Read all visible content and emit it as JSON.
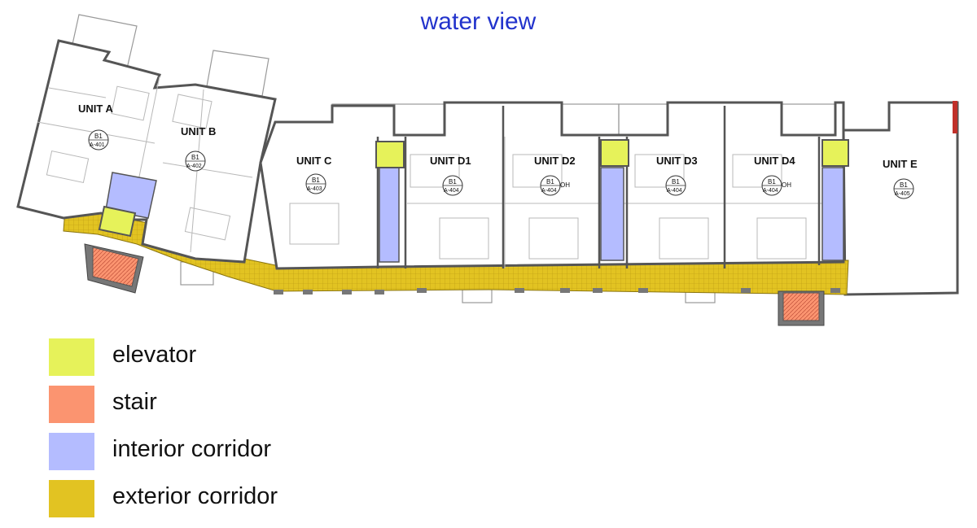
{
  "title": "water view",
  "colors": {
    "elevator": "#e6f25a",
    "stair": "#fb9470",
    "interior_corridor": "#b4bcff",
    "exterior_corridor": "#e2c322",
    "wall": "#555555",
    "title": "#2233cc"
  },
  "units": [
    {
      "name": "UNIT  A",
      "tag_top": "B1",
      "tag_bottom": "A-401"
    },
    {
      "name": "UNIT  B",
      "tag_top": "B1",
      "tag_bottom": "A-402"
    },
    {
      "name": "UNIT  C",
      "tag_top": "B1",
      "tag_bottom": "A-403"
    },
    {
      "name": "UNIT  D1",
      "tag_top": "B1",
      "tag_bottom": "A-404"
    },
    {
      "name": "UNIT  D2",
      "tag_top": "B1",
      "tag_bottom": "A-404",
      "note": "OH"
    },
    {
      "name": "UNIT  D3",
      "tag_top": "B1",
      "tag_bottom": "A-404"
    },
    {
      "name": "UNIT  D4",
      "tag_top": "B1",
      "tag_bottom": "A-404",
      "note": "OH"
    },
    {
      "name": "UNIT  E",
      "tag_top": "B1",
      "tag_bottom": "A-405"
    }
  ],
  "legend": [
    {
      "label": "elevator",
      "key": "elevator"
    },
    {
      "label": "stair",
      "key": "stair"
    },
    {
      "label": "interior corridor",
      "key": "interior_corridor"
    },
    {
      "label": "exterior corridor",
      "key": "exterior_corridor"
    }
  ]
}
